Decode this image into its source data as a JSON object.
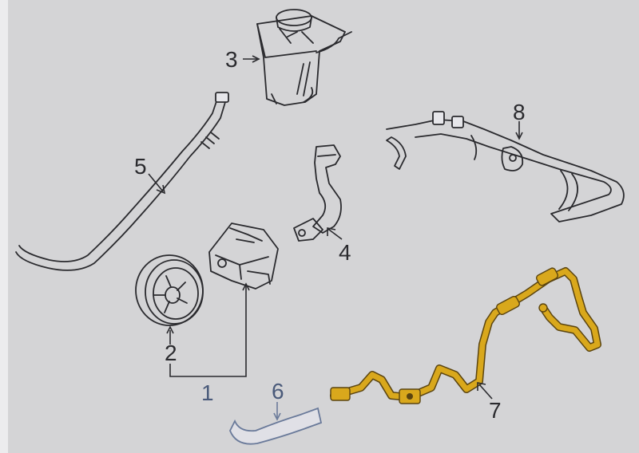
{
  "callouts": {
    "c1": "1",
    "c2": "2",
    "c3": "3",
    "c4": "4",
    "c5": "5",
    "c6": "6",
    "c7": "7",
    "c8": "8"
  },
  "colors": {
    "background": "#d4d4d6",
    "line": "#2a2a2e",
    "highlight": "#d9a81c",
    "callout_blue": "#4a5a7a"
  }
}
